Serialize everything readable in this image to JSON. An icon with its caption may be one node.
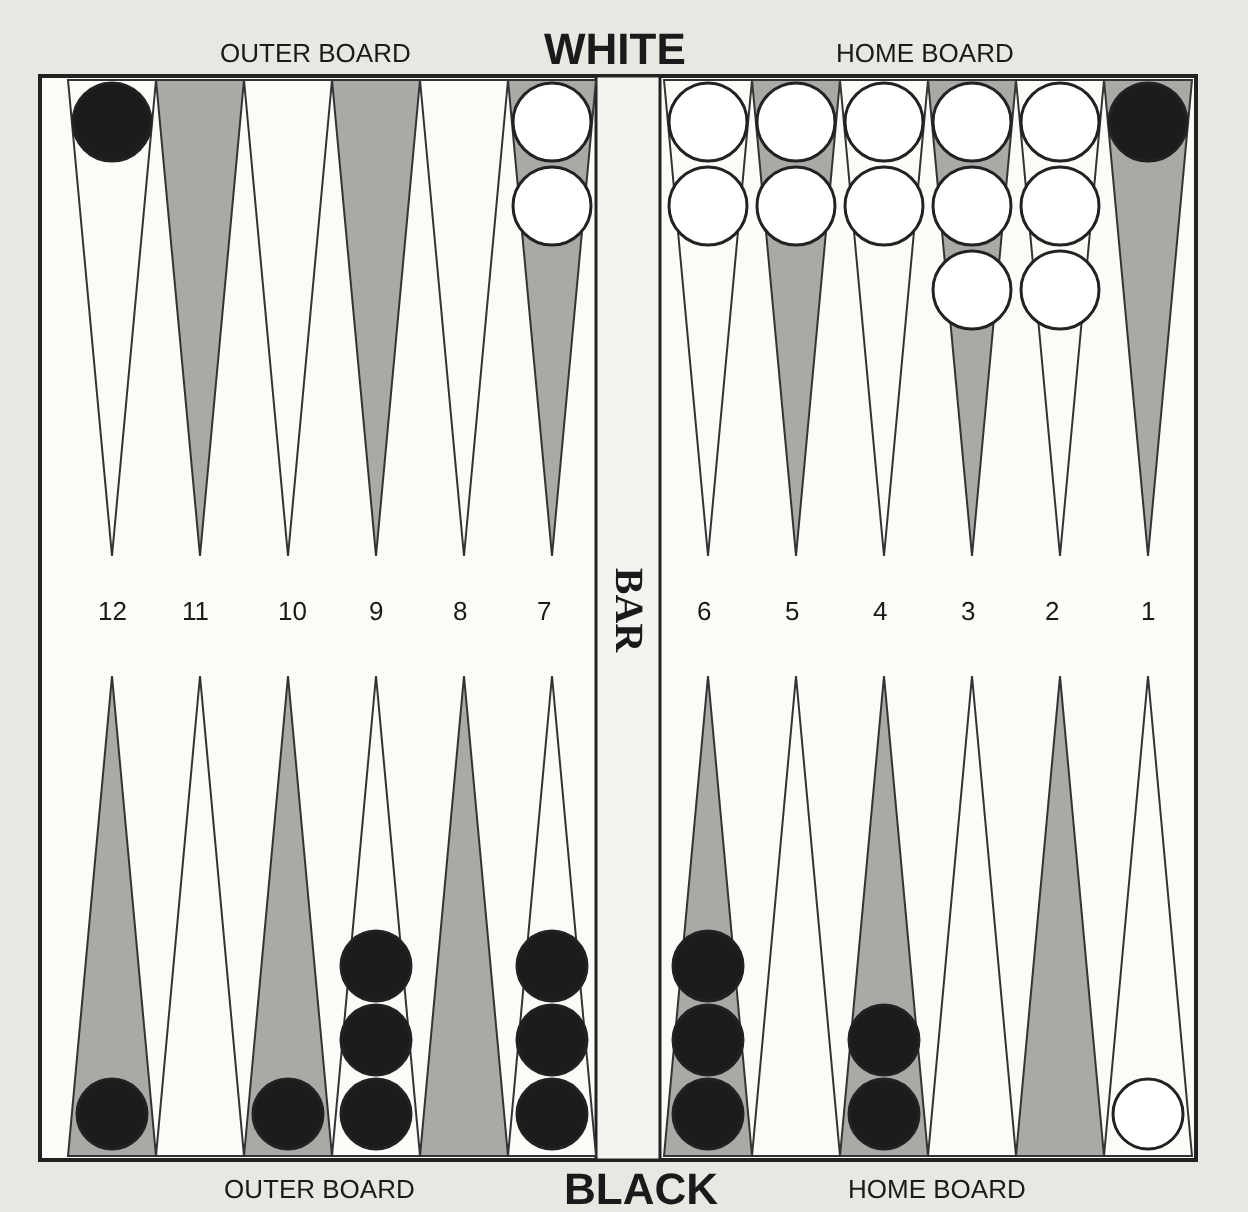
{
  "diagram": {
    "labels": [
      "OUTER BOARD",
      "WHITE",
      "HOME BOARD",
      "BAR",
      "12",
      "11",
      "10",
      "9",
      "8",
      "7",
      "6",
      "5",
      "4",
      "3",
      "2",
      "1",
      "OUTER BOARD",
      "BLACK",
      "HOME BOARD"
    ]
  }
}
